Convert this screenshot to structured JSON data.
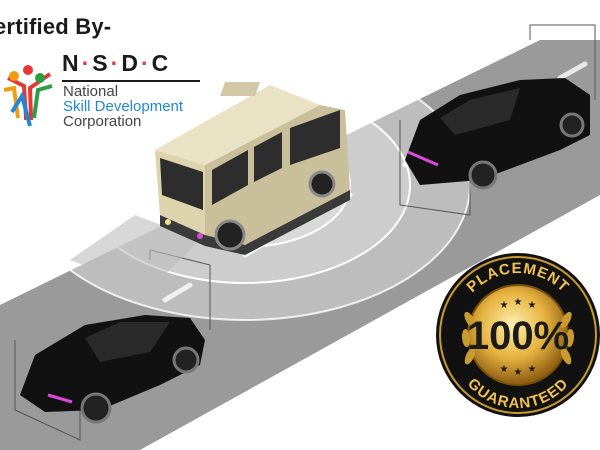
{
  "certification": {
    "label": "ertified By-"
  },
  "nsdc": {
    "letters": [
      "N",
      "S",
      "D",
      "C"
    ],
    "name_lines": [
      "National",
      "Skill Development",
      "Corporation"
    ],
    "colors": {
      "blue": "#1e88d8",
      "red": "#e53935",
      "green": "#2e9e44",
      "orange": "#f39c12"
    }
  },
  "badge": {
    "top_text": "PLACEMENT",
    "percent": "100%",
    "bottom_text": "GUARANTEED",
    "colors": {
      "gold": "#f2c14e",
      "dark": "#111111"
    }
  },
  "scene": {
    "road_color": "#9a9a9a",
    "vehicles": [
      "minibus",
      "car-front",
      "car-rear"
    ]
  }
}
